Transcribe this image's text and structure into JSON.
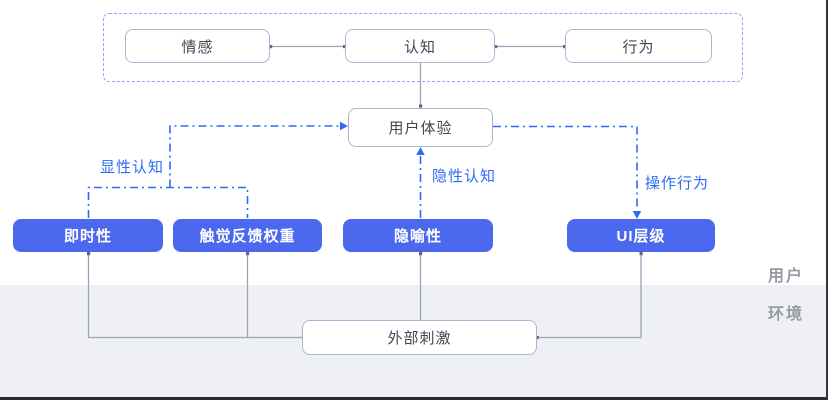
{
  "diagram": {
    "top_frame": {
      "boxes": [
        {
          "label": "情感"
        },
        {
          "label": "认知"
        },
        {
          "label": "行为"
        }
      ]
    },
    "center_box": {
      "label": "用户体验"
    },
    "edge_labels": {
      "explicit_cognition": "显性认知",
      "implicit_cognition": "隐性认知",
      "operation_behavior": "操作行为"
    },
    "factor_boxes": [
      {
        "label": "即时性"
      },
      {
        "label": "触觉反馈权重"
      },
      {
        "label": "隐喻性"
      },
      {
        "label": "UI层级"
      }
    ],
    "zone_labels": {
      "user": "用户",
      "environment": "环境"
    },
    "bottom_box": {
      "label": "外部刺激"
    },
    "colors": {
      "factor_fill": "#4b68ee",
      "blue_line": "#2e6bf4",
      "gray_line": "#9aa3ba",
      "node_border": "#aab6d2",
      "dashed_frame_border": "#8ba6f6",
      "env_zone_bg": "#eff0f3",
      "zone_label_gray": "#9599a3",
      "node_text": "#43474e"
    }
  }
}
